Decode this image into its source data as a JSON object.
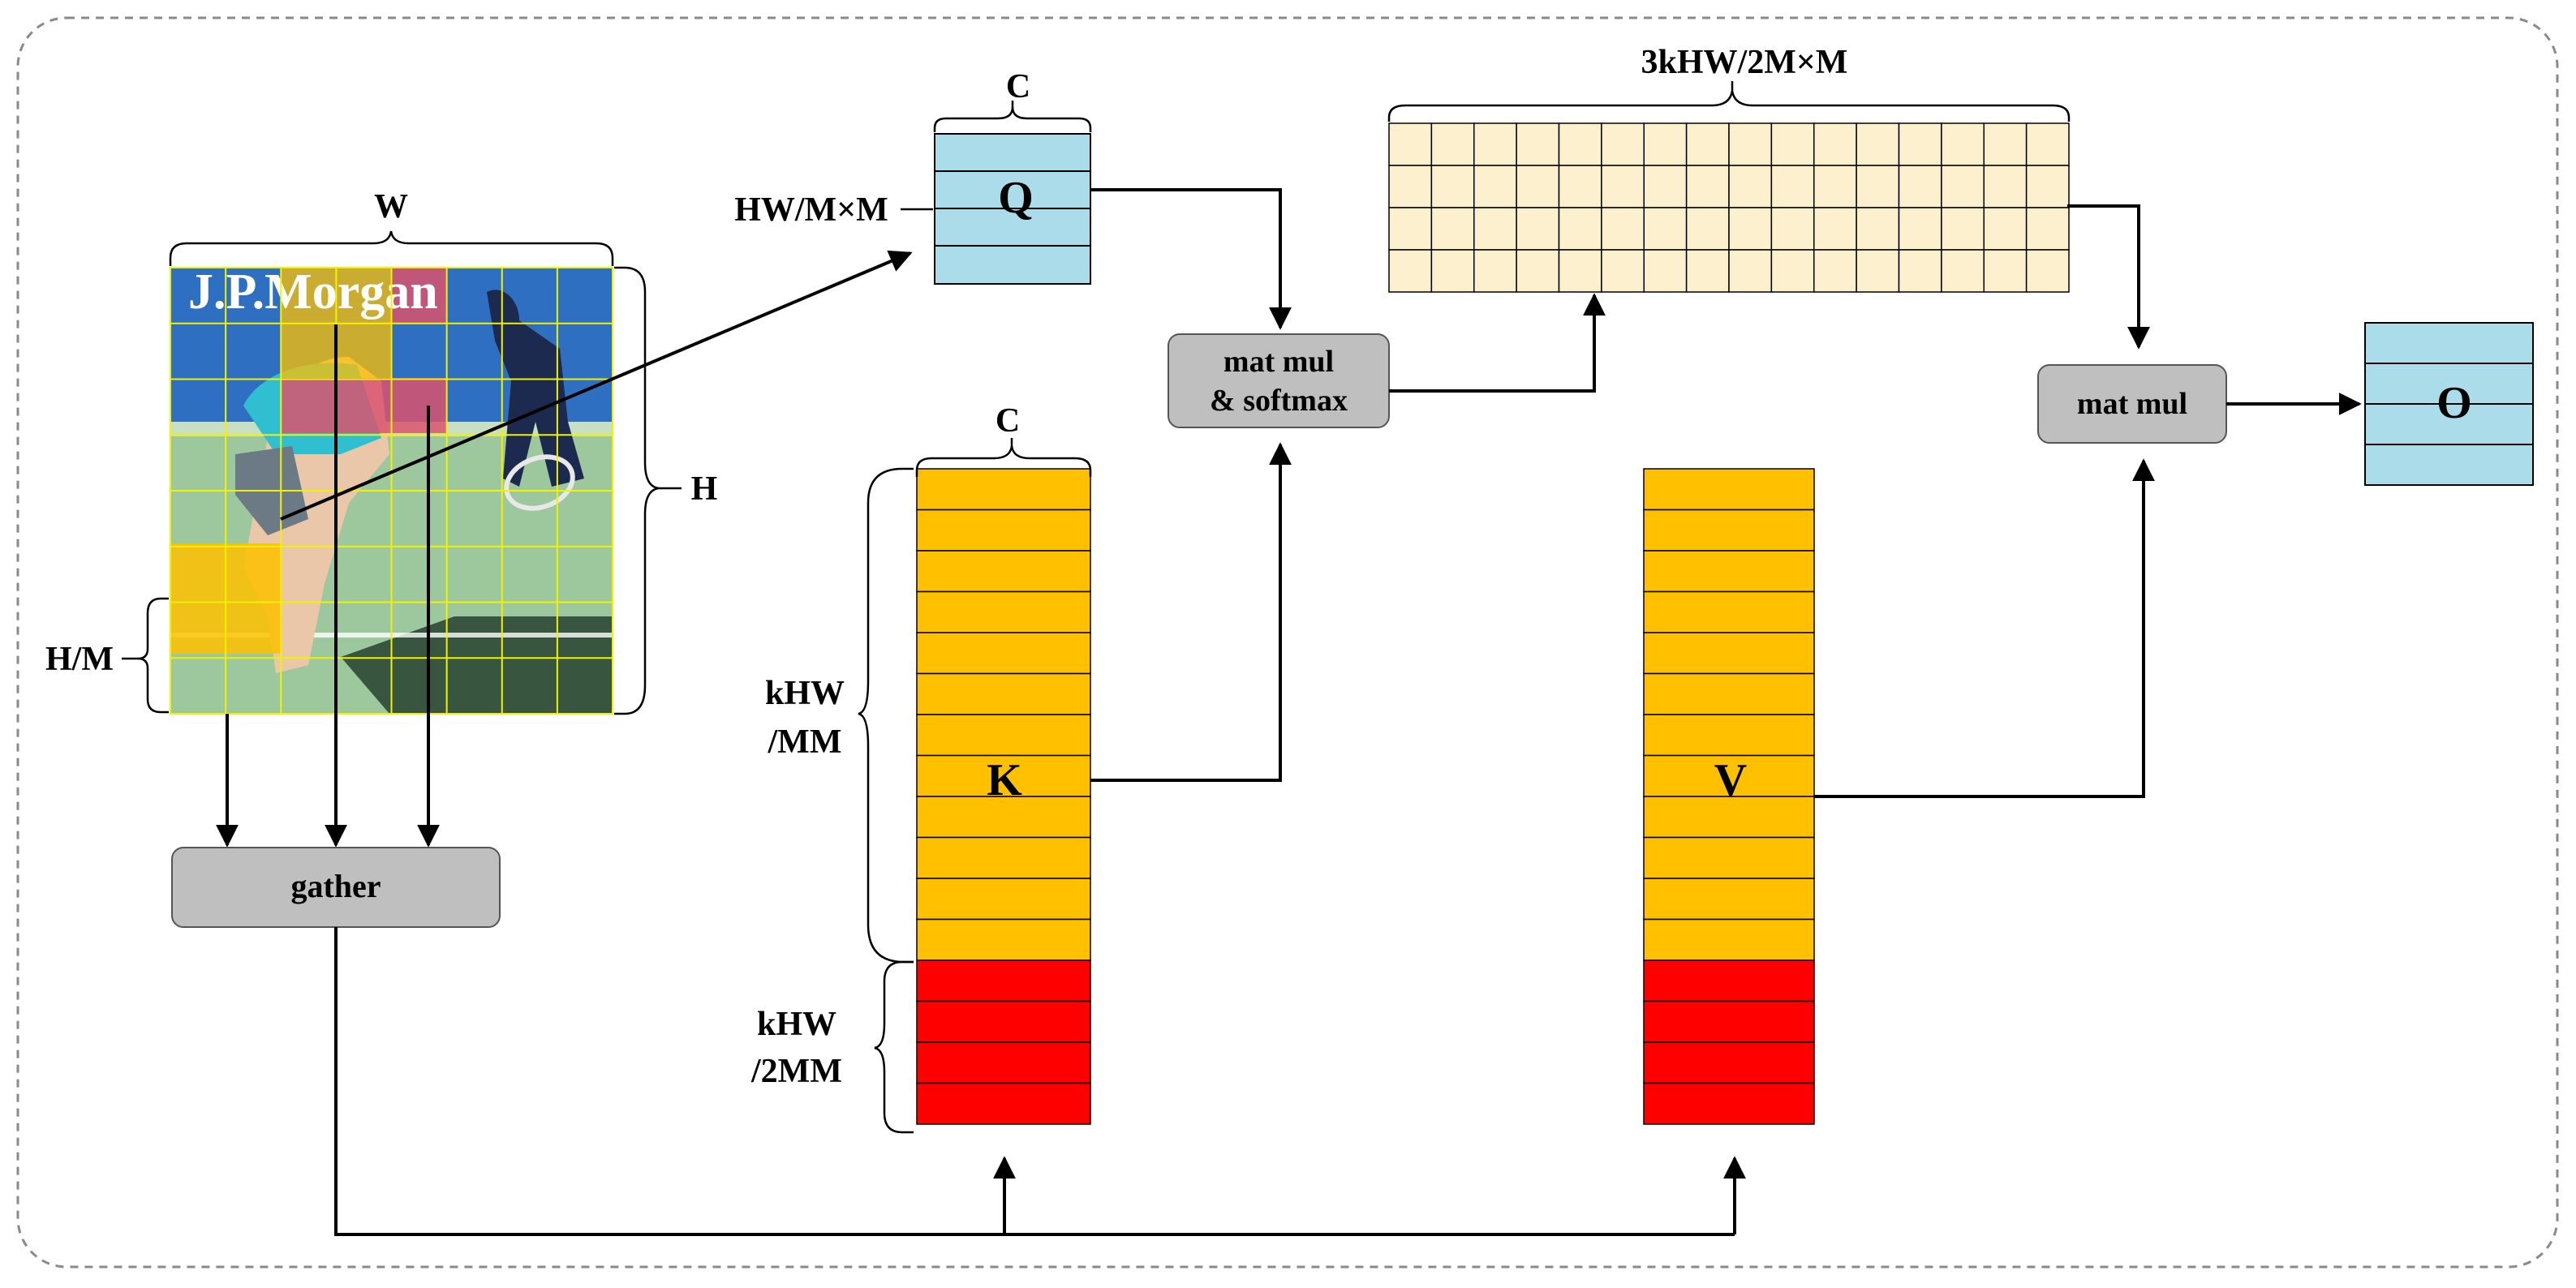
{
  "labels": {
    "image_width": "W",
    "image_height": "H",
    "patch_height": "H/M",
    "q_channels": "C",
    "q_rows": "HW/M×M",
    "q_letter": "Q",
    "k_channels": "C",
    "k_letter": "K",
    "k_rows_top": "kHW",
    "k_rows_bottom": "/MM",
    "k_extra_top": "kHW",
    "k_extra_bottom": "/2MM",
    "v_letter": "V",
    "attn_size": "3kHW/2M×M",
    "o_letter": "O"
  },
  "ops": {
    "gather": "gather",
    "matmul_softmax_line1": "mat mul",
    "matmul_softmax_line2": "& softmax",
    "matmul": "mat mul"
  },
  "image_content": {
    "watermark": "J.P.Morgan"
  },
  "colors": {
    "q_fill": "#aadde9",
    "o_fill": "#aadde9",
    "kv_fill": "#ffc000",
    "extra_fill": "#ff0000",
    "attn_fill": "#fdf0cf",
    "op_fill": "#bfbfbf",
    "grid_line": "#f2f200",
    "selected_yellow": "#ffc000",
    "selected_pink": "#d9536f"
  }
}
